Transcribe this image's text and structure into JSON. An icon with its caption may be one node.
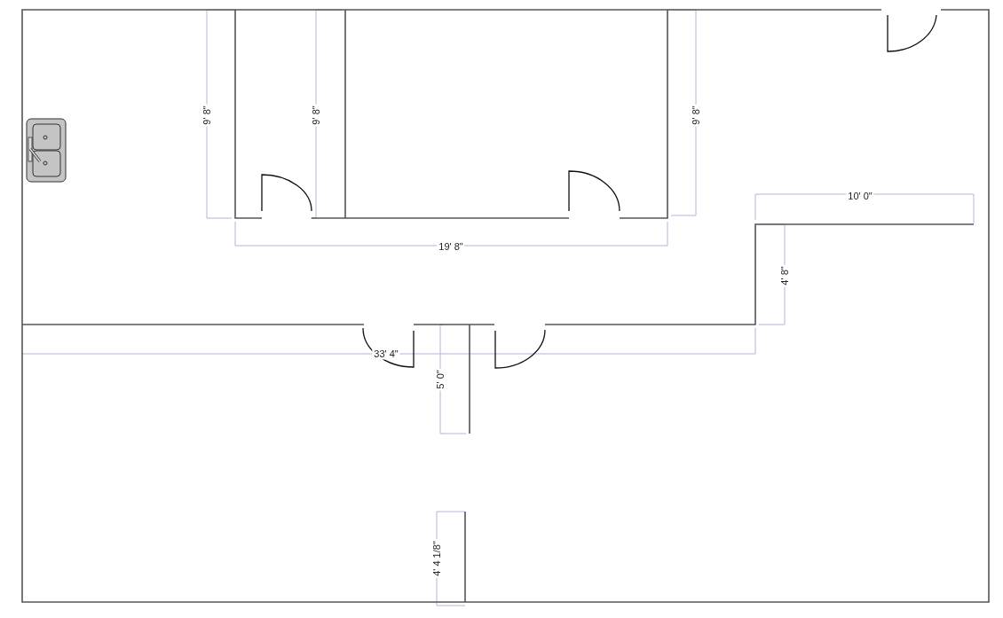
{
  "diagram": {
    "labels": [
      "9' 8\"",
      "9' 8\"",
      "9' 8\"",
      "10' 0\"",
      "19' 8\"",
      "4' 8\"",
      "33' 4\"",
      "5' 0\"",
      "4' 4 1/8\""
    ]
  }
}
